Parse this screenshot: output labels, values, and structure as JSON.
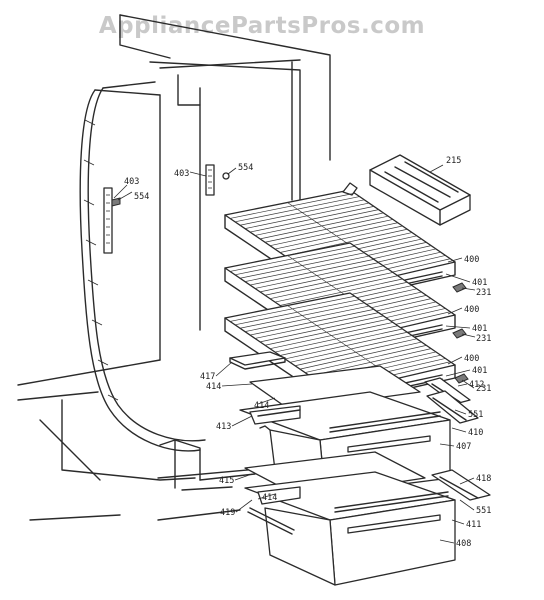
{
  "watermark": "AppliancePartsPros.com",
  "labels": {
    "l215": "215",
    "l403a": "403",
    "l554a": "554",
    "l403b": "403",
    "l554b": "554",
    "l400a": "400",
    "l401a": "401",
    "l231a": "231",
    "l400b": "400",
    "l401b": "401",
    "l231b": "231",
    "l400c": "400",
    "l401c": "401",
    "l417": "417",
    "l414a": "414",
    "l412": "412",
    "l231c": "231",
    "l414b": "414",
    "l551a": "551",
    "l413": "413",
    "l410": "410",
    "l407": "407",
    "l415": "415",
    "l418": "418",
    "l414c": "414",
    "l551b": "551",
    "l419": "419",
    "l411": "411",
    "l408": "408"
  }
}
